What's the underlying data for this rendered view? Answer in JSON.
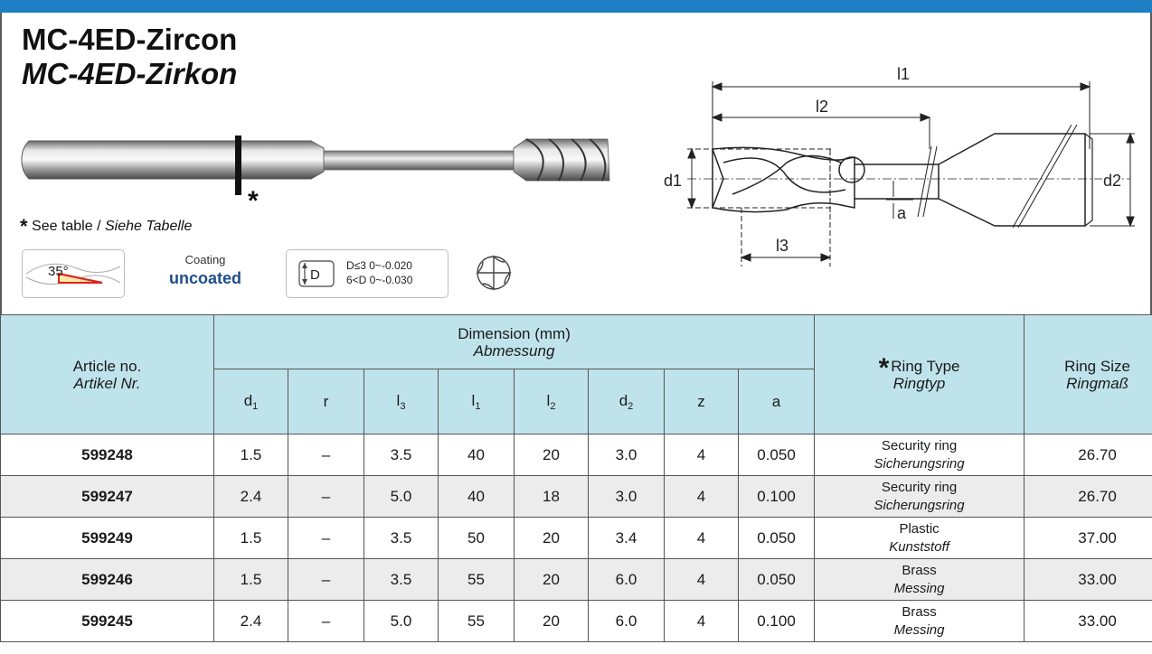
{
  "header": {
    "title": "MC-4ED-Zircon",
    "subtitle": "MC-4ED-Zirkon"
  },
  "note": {
    "star": "*",
    "text_en": "See table",
    "separator": " / ",
    "text_de": "Siehe Tabelle"
  },
  "icons": {
    "helix_angle": "35°",
    "coating_label": "Coating",
    "coating_value": "uncoated",
    "tolerance_symbol": "D",
    "tolerance_line1": "D≤3  0~-0.020",
    "tolerance_line2": "6<D  0~-0.030",
    "flutes_icon": "four-flute-icon"
  },
  "diagram": {
    "l1": "l1",
    "l2": "l2",
    "l3": "l3",
    "d1": "d1",
    "d2": "d2",
    "a": "a",
    "photo_star": "*"
  },
  "table": {
    "article_en": "Article no.",
    "article_de": "Artikel Nr.",
    "dimension_en": "Dimension (mm)",
    "dimension_de": "Abmessung",
    "ring_type_star": "*",
    "ring_type_en": "Ring Type",
    "ring_type_de": "Ringtyp",
    "ring_size_en": "Ring Size",
    "ring_size_de": "Ringmaß",
    "cols": {
      "d1": "d",
      "d1_sub": "1",
      "r": "r",
      "l3": "l",
      "l3_sub": "3",
      "l1": "l",
      "l1_sub": "1",
      "l2": "l",
      "l2_sub": "2",
      "d2": "d",
      "d2_sub": "2",
      "z": "z",
      "a": "a"
    },
    "rows": [
      {
        "article": "599248",
        "d1": "1.5",
        "r": "–",
        "l3": "3.5",
        "l1": "40",
        "l2": "20",
        "d2": "3.0",
        "z": "4",
        "a": "0.050",
        "ring_en": "Security ring",
        "ring_de": "Sicherungsring",
        "ring_size": "26.70"
      },
      {
        "article": "599247",
        "d1": "2.4",
        "r": "–",
        "l3": "5.0",
        "l1": "40",
        "l2": "18",
        "d2": "3.0",
        "z": "4",
        "a": "0.100",
        "ring_en": "Security ring",
        "ring_de": "Sicherungsring",
        "ring_size": "26.70"
      },
      {
        "article": "599249",
        "d1": "1.5",
        "r": "–",
        "l3": "3.5",
        "l1": "50",
        "l2": "20",
        "d2": "3.4",
        "z": "4",
        "a": "0.050",
        "ring_en": "Plastic",
        "ring_de": "Kunststoff",
        "ring_size": "37.00"
      },
      {
        "article": "599246",
        "d1": "1.5",
        "r": "–",
        "l3": "3.5",
        "l1": "55",
        "l2": "20",
        "d2": "6.0",
        "z": "4",
        "a": "0.050",
        "ring_en": "Brass",
        "ring_de": "Messing",
        "ring_size": "33.00"
      },
      {
        "article": "599245",
        "d1": "2.4",
        "r": "–",
        "l3": "5.0",
        "l1": "55",
        "l2": "20",
        "d2": "6.0",
        "z": "4",
        "a": "0.100",
        "ring_en": "Brass",
        "ring_de": "Messing",
        "ring_size": "33.00"
      }
    ]
  }
}
